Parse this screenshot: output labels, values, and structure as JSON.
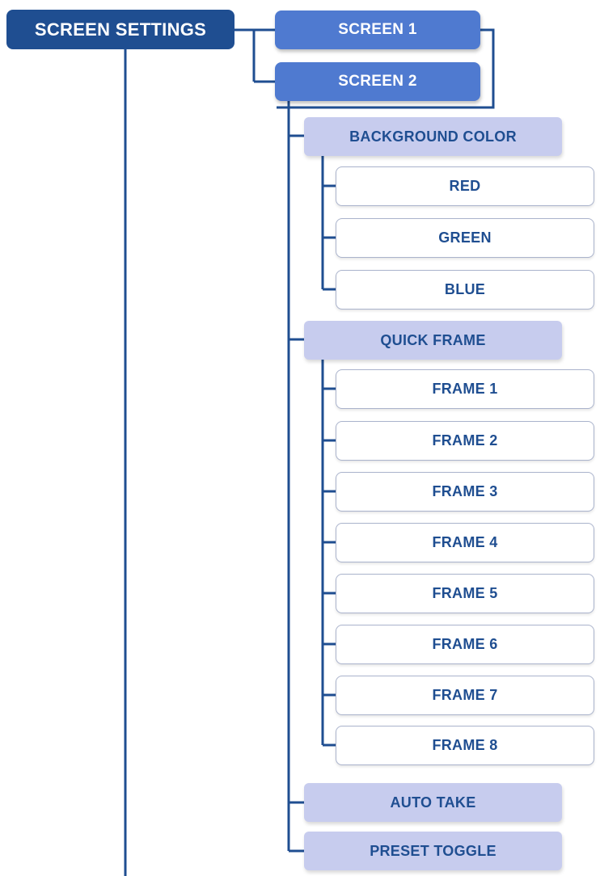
{
  "root": {
    "label": "SCREEN SETTINGS"
  },
  "screens": [
    {
      "label": "SCREEN 1"
    },
    {
      "label": "SCREEN 2"
    }
  ],
  "background_color": {
    "label": "BACKGROUND COLOR",
    "options": [
      {
        "label": "RED"
      },
      {
        "label": "GREEN"
      },
      {
        "label": "BLUE"
      }
    ]
  },
  "quick_frame": {
    "label": "QUICK FRAME",
    "frames": [
      {
        "label": "FRAME 1"
      },
      {
        "label": "FRAME 2"
      },
      {
        "label": "FRAME 3"
      },
      {
        "label": "FRAME 4"
      },
      {
        "label": "FRAME 5"
      },
      {
        "label": "FRAME 6"
      },
      {
        "label": "FRAME 7"
      },
      {
        "label": "FRAME 8"
      }
    ]
  },
  "auto_take": {
    "label": "AUTO TAKE"
  },
  "preset_toggle": {
    "label": "PRESET TOGGLE"
  },
  "colors": {
    "root_fill": "#1f4e91",
    "screen_fill": "#4f7ad0",
    "submenu_fill": "#c7ccee",
    "leaf_fill": "#ffffff",
    "text_dark": "#1f4e91",
    "connector": "#1f4e91"
  }
}
